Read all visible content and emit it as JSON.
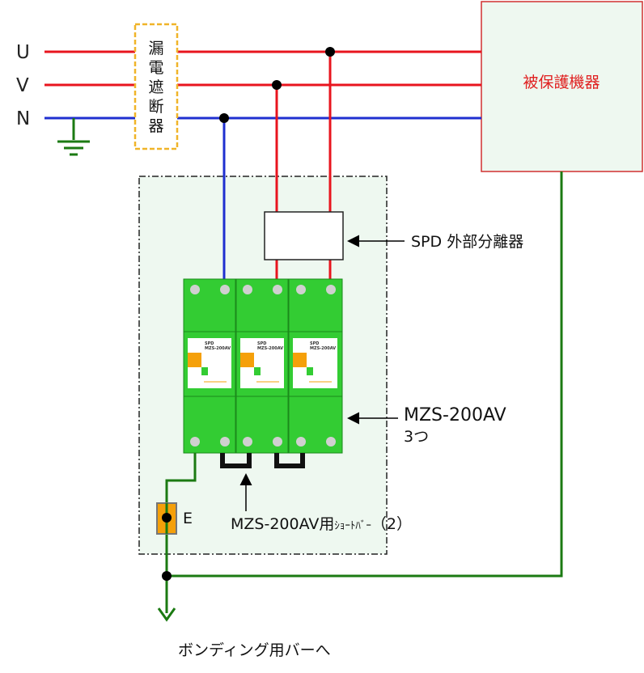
{
  "phases": {
    "u": "U",
    "v": "V",
    "n": "N"
  },
  "breaker": {
    "chars": [
      "漏",
      "電",
      "遮",
      "断",
      "器"
    ]
  },
  "protected_equipment": {
    "label": "被保護機器"
  },
  "spd_disconnector": {
    "label": "SPD 外部分離器"
  },
  "spd_module": {
    "callout_line1": "MZS-200AV",
    "callout_line2": "3つ",
    "module_brand": "SPD",
    "module_model": "MZS-200AV"
  },
  "short_bar": {
    "label_main": "MZS-200AV用",
    "label_small": "ｼｮｰﾄﾊﾞｰ",
    "label_tail": "（2）"
  },
  "earth_terminal": {
    "label": "E"
  },
  "bonding": {
    "label": "ボンディング用バーへ"
  },
  "colors": {
    "line_live": "#e8141e",
    "line_neutral": "#1f2fd0",
    "line_earth": "#1b7a12",
    "spd_green": "#33cc33",
    "breaker_border": "#f0b429",
    "panel_bg": "#eef8f0",
    "equipment_border": "#d03030",
    "terminal_orange": "#f5a00a"
  }
}
